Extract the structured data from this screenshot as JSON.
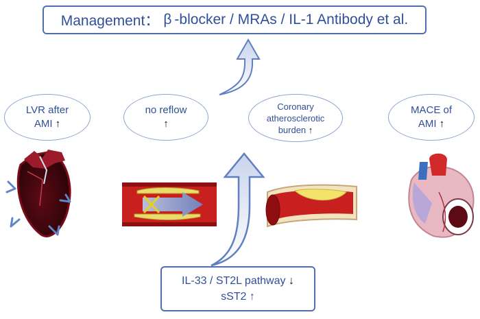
{
  "management": {
    "label": "Management：",
    "beta": "β",
    "text": "-blocker / MRAs / IL-1 Antibody et al."
  },
  "outcomes": [
    {
      "line1": "LVR after",
      "line2": "AMI",
      "arrow": "↑"
    },
    {
      "line1": "no reflow",
      "line2": "",
      "arrow": "↑"
    },
    {
      "line1": "Coronary",
      "line2": "atherosclerotic",
      "line3": "burden",
      "arrow": "↑"
    },
    {
      "line1": "MACE of",
      "line2": "AMI",
      "arrow": "↑"
    }
  ],
  "pathway": {
    "line1": "IL-33 / ST2L pathway",
    "arrow1": "↓",
    "line2": "sST2",
    "arrow2": "↑"
  },
  "colors": {
    "accent": "#2f4f9a",
    "border": "#4f6fb0",
    "vessel": "#c8201e",
    "plaque": "#e9dc6a"
  }
}
